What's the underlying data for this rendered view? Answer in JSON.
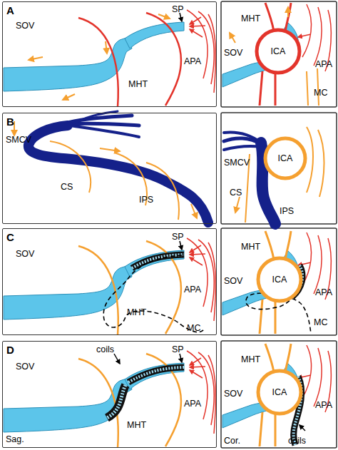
{
  "diagram": {
    "nodes": [
      {
        "text": [
          "A"
        ]
      },
      {
        "text": [
          "ICA"
        ]
      },
      {
        "text": [
          "B"
        ]
      },
      {
        "text": [
          "ICA"
        ]
      },
      {
        "text": [
          "C"
        ]
      },
      {
        "text": [
          "ICA"
        ]
      },
      {
        "text": [
          "D"
        ]
      },
      {
        "text": [
          "ICA"
        ]
      }
    ],
    "labels": [
      "SP",
      "SOV",
      "MHT",
      "APA",
      "MHT",
      "SOV",
      "APA",
      "MC",
      "SMCV",
      "CS",
      "IPS",
      "SMCV",
      "CS",
      "IPS",
      "SP",
      "SOV",
      "MHT",
      "APA",
      "MC",
      "MHT",
      "SOV",
      "APA",
      "MC",
      "coils",
      "SP",
      "SOV",
      "MHT",
      "APA",
      "Sag.",
      "MHT",
      "SOV",
      "APA",
      "coils",
      "Cor."
    ]
  }
}
